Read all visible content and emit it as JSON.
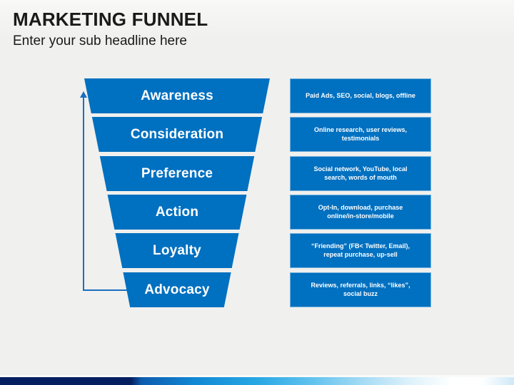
{
  "slide": {
    "title": "MARKETING FUNNEL",
    "subtitle": "Enter your sub headline here"
  },
  "funnel": {
    "stages": [
      {
        "label": "Awareness",
        "description": "Paid Ads, SEO, social, blogs, offline"
      },
      {
        "label": "Consideration",
        "description": "Online research, user reviews, testimonials"
      },
      {
        "label": "Preference",
        "description": "Social network, YouTube, local search, words of mouth"
      },
      {
        "label": "Action",
        "description": "Opt-In, download, purchase online/in-store/mobile"
      },
      {
        "label": "Loyalty",
        "description": "“Friending” (FB< Twitter, Email), repeat purchase, up-sell"
      },
      {
        "label": "Advocacy",
        "description": "Reviews, referrals, links, “likes”, social buzz"
      }
    ]
  },
  "colors": {
    "stage_blue": "#0070c0",
    "arrow_blue": "#1a6fc1",
    "bar_navy": "#041f60",
    "bar_sky": "#29a7e4",
    "background": "#f0f0ee",
    "text_dark": "#1a1a1a",
    "text_light": "#ffffff"
  }
}
